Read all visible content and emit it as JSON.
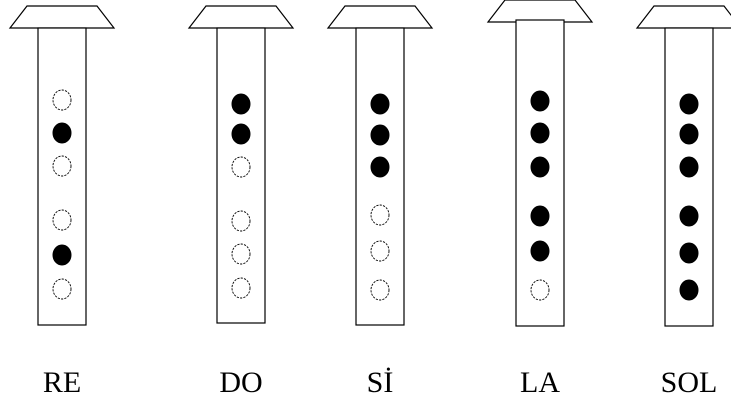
{
  "diagram": {
    "colors": {
      "stroke": "#000000",
      "covered_hole": "#000000",
      "open_hole": "#ffffff",
      "background": "#ffffff"
    },
    "fingerings": [
      {
        "note": "RE",
        "holes": [
          "open",
          "covered",
          "open",
          "open",
          "covered",
          "open"
        ]
      },
      {
        "note": "DO",
        "holes": [
          "covered",
          "covered",
          "open",
          "open",
          "open",
          "open"
        ]
      },
      {
        "note": "Sİ",
        "holes": [
          "covered",
          "covered",
          "covered",
          "open",
          "open",
          "open"
        ]
      },
      {
        "note": "LA",
        "holes": [
          "covered",
          "covered",
          "covered",
          "covered",
          "covered",
          "open"
        ]
      },
      {
        "note": "SOL",
        "holes": [
          "covered",
          "covered",
          "covered",
          "covered",
          "covered",
          "covered"
        ]
      }
    ]
  }
}
